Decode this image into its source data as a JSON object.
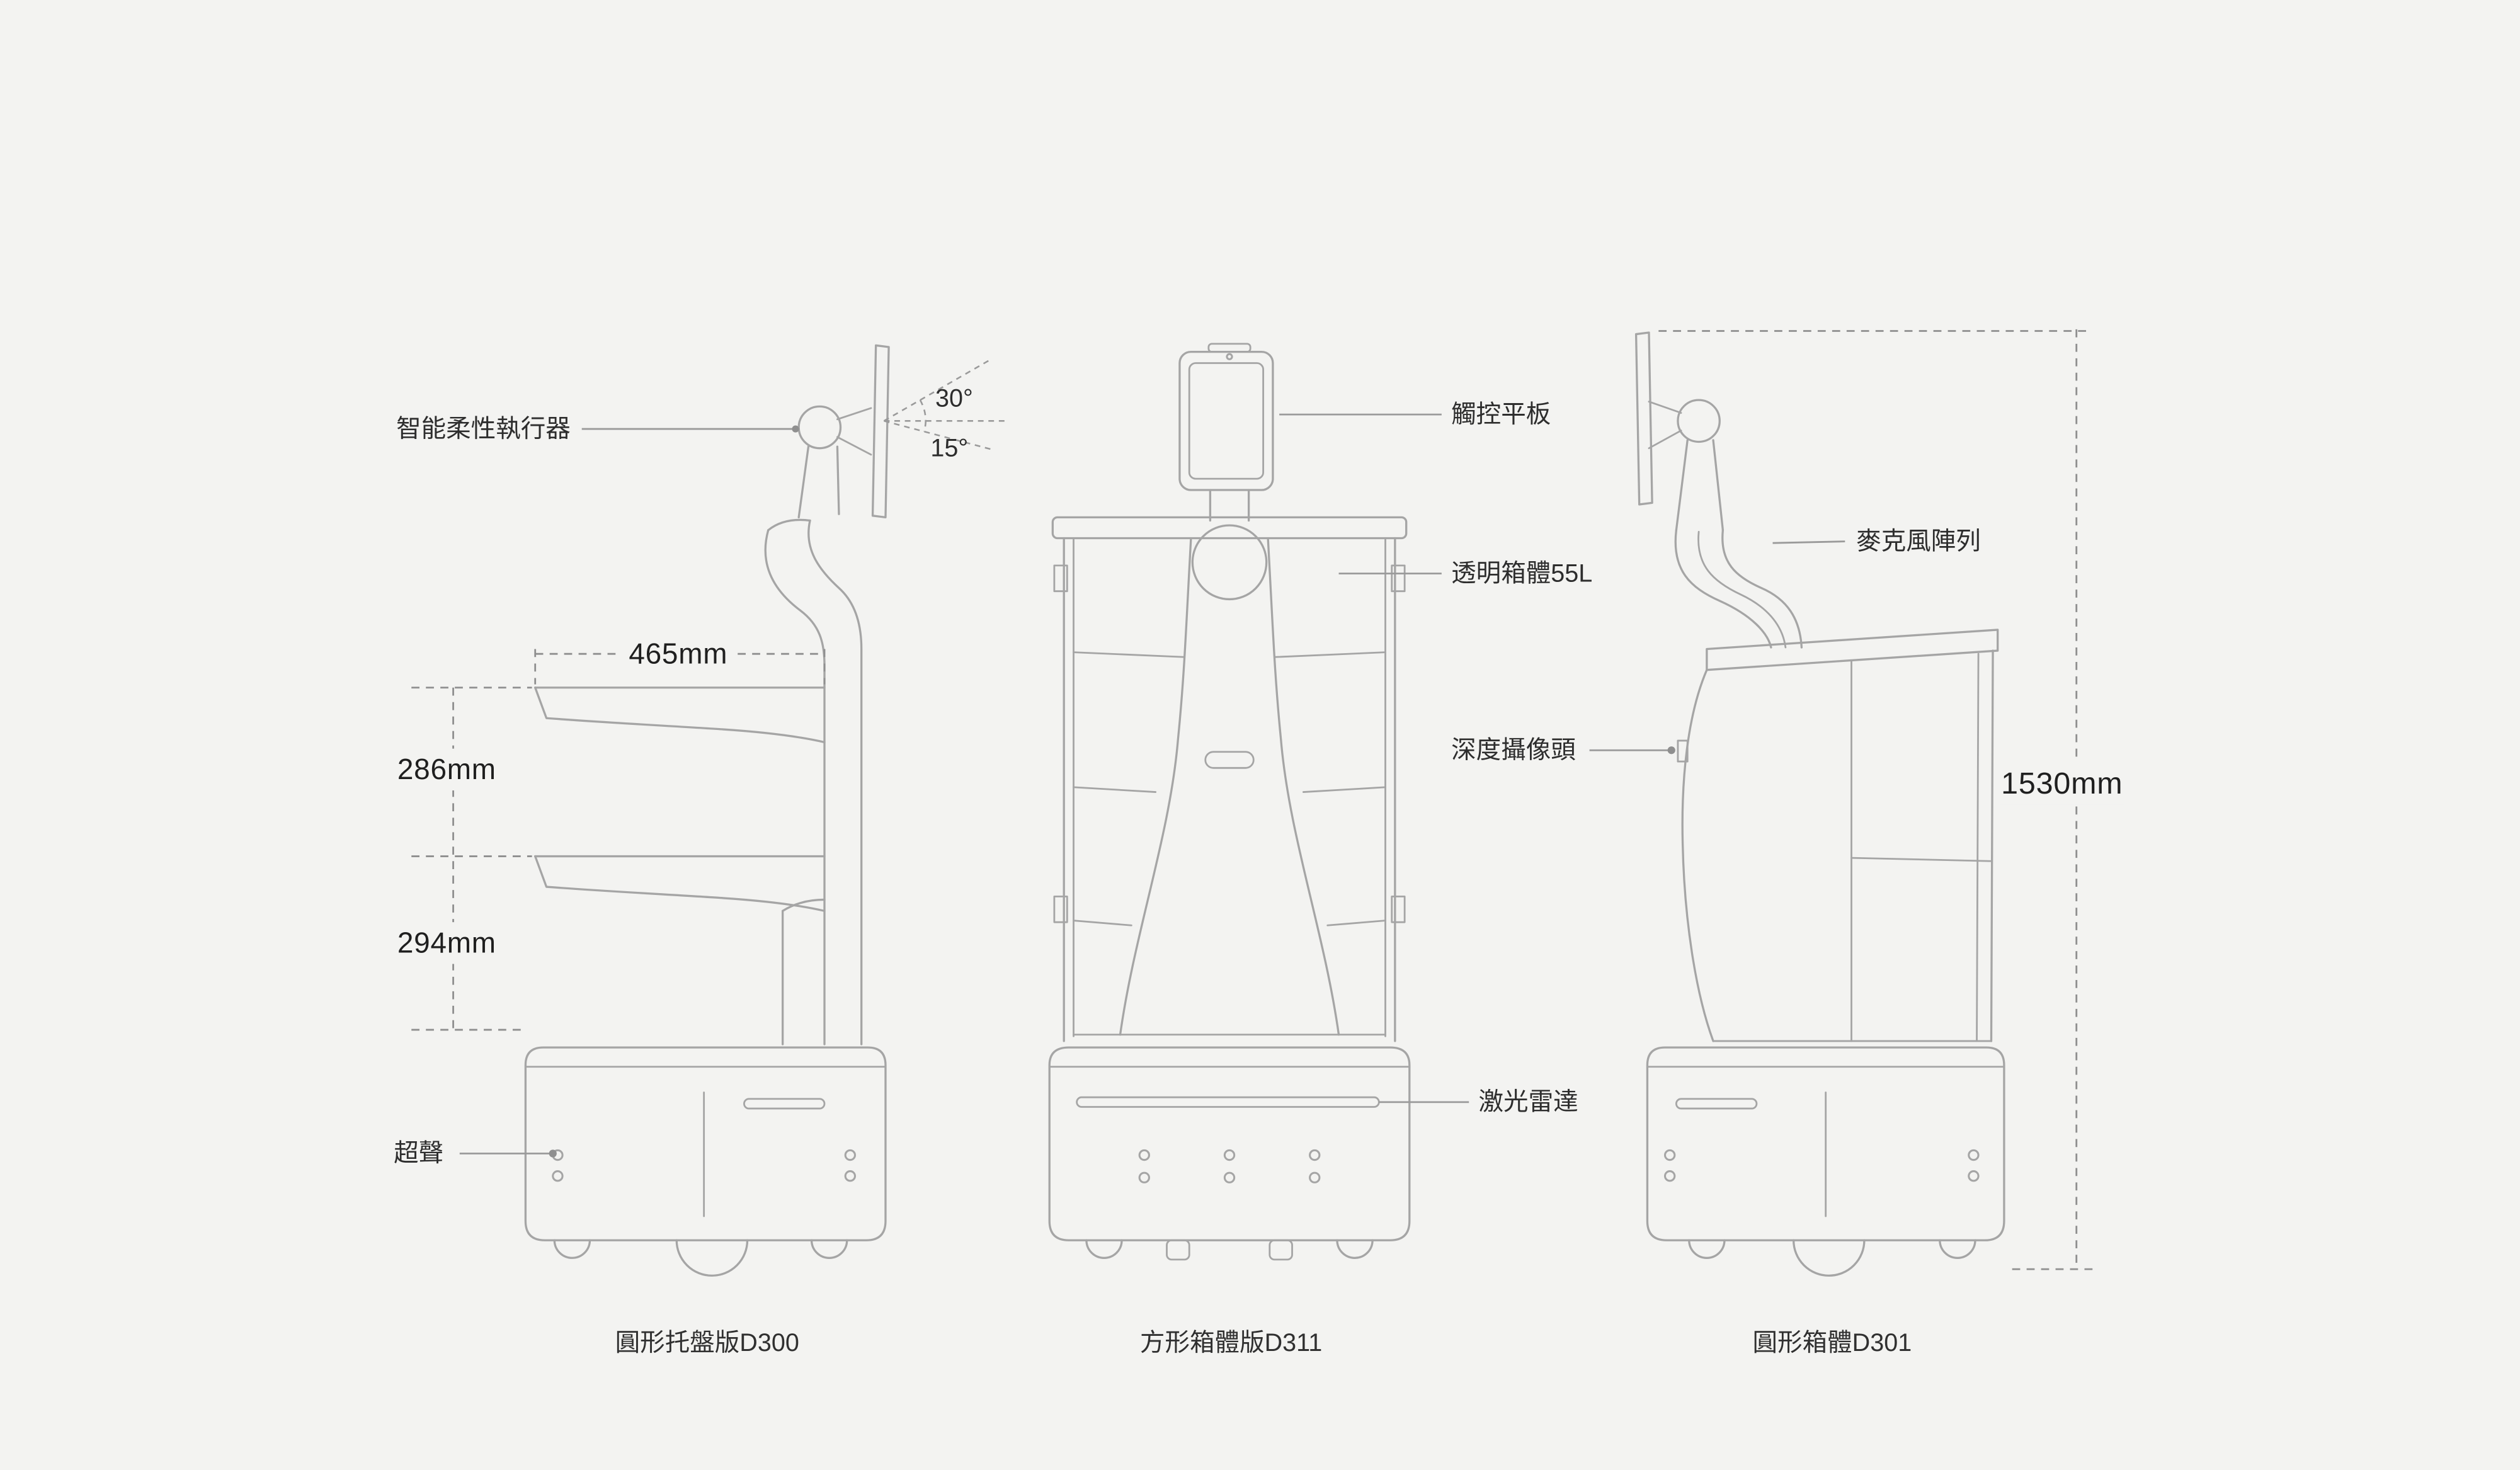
{
  "page": {
    "background": "#f3f3f1",
    "colors": {
      "robot_line": "#a5a5a5",
      "dimension_line": "#8f8f8f",
      "text": "#2d2d2d"
    }
  },
  "labels": {
    "actuator": "智能柔性執行器",
    "angle_upper": "30°",
    "angle_lower": "15°",
    "ultrasonic": "超聲",
    "tablet": "觸控平板",
    "transparent_cabinet": "透明箱體55L",
    "depth_camera": "深度攝像頭",
    "lidar": "激光雷達",
    "mic_array": "麥克風陣列"
  },
  "dimensions": {
    "tray_width": "465mm",
    "upper_gap": "286mm",
    "lower_gap": "294mm",
    "total_height": "1530mm"
  },
  "captions": {
    "d300": "圓形托盤版D300",
    "d311": "方形箱體版D311",
    "d301": "圓形箱體D301"
  }
}
